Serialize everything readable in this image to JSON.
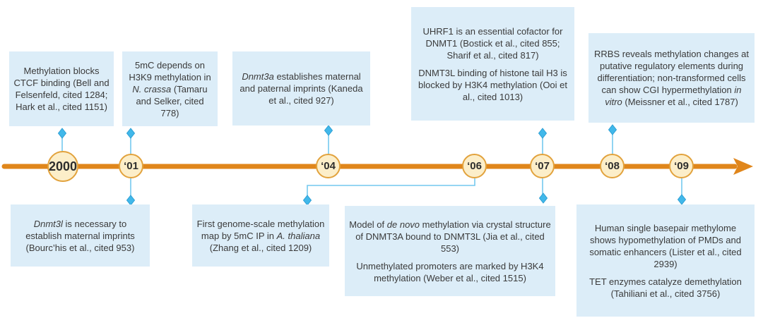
{
  "colors": {
    "timeline_orange": "#E0861B",
    "year_circle_fill": "#FCEEC9",
    "year_circle_border": "#E2A23C",
    "connector_blue": "#74C9EF",
    "diamond_fill": "#41B8EA",
    "diamond_border": "#2E9FD4",
    "event_box_fill": "#DCEDF8",
    "text_dark": "#3A3A3A"
  },
  "timeline": {
    "years": [
      {
        "label": "2000"
      },
      {
        "label": "‘01"
      },
      {
        "label": "‘04"
      },
      {
        "label": "‘06"
      },
      {
        "label": "‘07"
      },
      {
        "label": "‘08"
      },
      {
        "label": "‘09"
      }
    ]
  },
  "events": {
    "top": [
      {
        "year": "2000",
        "paragraphs": [
          [
            {
              "t": "Methylation blocks CTCF binding (Bell and Felsenfeld, cited 1284; Hark et al., cited 1151)"
            }
          ]
        ]
      },
      {
        "year": "‘01",
        "paragraphs": [
          [
            {
              "t": "5mC depends on H3K9 methylation in "
            },
            {
              "t": "N. crassa",
              "i": true
            },
            {
              "t": " (Tamaru and Selker, cited 778)"
            }
          ]
        ]
      },
      {
        "year": "‘04",
        "paragraphs": [
          [
            {
              "t": "Dnmt3a",
              "i": true
            },
            {
              "t": " establishes maternal and paternal imprints (Kaneda et al., cited 927)"
            }
          ]
        ]
      },
      {
        "year": "‘07",
        "paragraphs": [
          [
            {
              "t": "UHRF1 is an essential cofactor for DNMT1 (Bostick et al., cited 855; Sharif et al., cited 817)"
            }
          ],
          [
            {
              "t": "DNMT3L binding of histone tail H3 is blocked by H3K4 methylation (Ooi et al., cited 1013)"
            }
          ]
        ]
      },
      {
        "year": "‘08",
        "paragraphs": [
          [
            {
              "t": "RRBS reveals methylation changes at putative regulatory elements during differentiation; non-transformed cells can show CGI hypermethylation "
            },
            {
              "t": "in vitro",
              "i": true
            },
            {
              "t": " (Meissner et al., cited 1787)"
            }
          ]
        ]
      }
    ],
    "bottom": [
      {
        "year": "‘01",
        "paragraphs": [
          [
            {
              "t": "Dnmt3l",
              "i": true
            },
            {
              "t": " is necessary to establish maternal imprints (Bourc’his et al., cited 953)"
            }
          ]
        ]
      },
      {
        "year": "‘06",
        "paragraphs": [
          [
            {
              "t": "First genome-scale methylation map by 5mC IP in "
            },
            {
              "t": "A. thaliana",
              "i": true
            },
            {
              "t": " (Zhang et al., cited 1209)"
            }
          ]
        ]
      },
      {
        "year": "‘07",
        "paragraphs": [
          [
            {
              "t": "Model of "
            },
            {
              "t": "de novo",
              "i": true
            },
            {
              "t": " methylation via crystal structure of DNMT3A bound to DNMT3L (Jia et al., cited 553)"
            }
          ],
          [
            {
              "t": "Unmethylated promoters are marked by H3K4 methylation (Weber et al., cited 1515)"
            }
          ]
        ]
      },
      {
        "year": "‘09",
        "paragraphs": [
          [
            {
              "t": "Human single basepair methylome shows hypomethylation of PMDs and somatic enhancers (Lister et al., cited 2939)"
            }
          ],
          [
            {
              "t": "TET enzymes catalyze demethylation (Tahiliani et al., cited 3756)"
            }
          ]
        ]
      }
    ]
  }
}
